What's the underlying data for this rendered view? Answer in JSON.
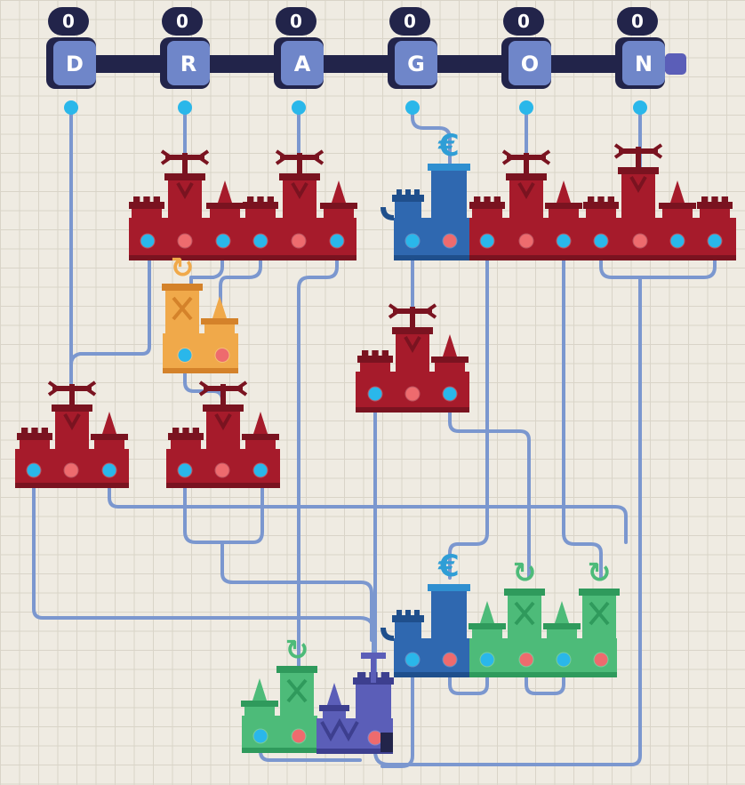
{
  "puzzle": {
    "word": "DRAGON",
    "letters": [
      {
        "char": "D",
        "count": "0"
      },
      {
        "char": "R",
        "count": "0"
      },
      {
        "char": "A",
        "count": "0"
      },
      {
        "char": "G",
        "count": "0"
      },
      {
        "char": "O",
        "count": "0"
      },
      {
        "char": "N",
        "count": "0"
      }
    ]
  },
  "colors": {
    "background": "#efebe2",
    "wire": "#7b97cf",
    "crimson": "#a61b2b",
    "crimson_dark": "#7a1320",
    "blue": "#2f68b0",
    "green": "#4dbb79",
    "orange": "#f0a94a",
    "purple": "#5b5eb8",
    "cyan_port": "#2ab7ea",
    "red_port": "#ee6b6e",
    "tile": "#6f86c9",
    "tile_border": "#22244a"
  },
  "blocks": [
    {
      "name": "red-castle-block-top-left",
      "kind": "crimson"
    },
    {
      "name": "blue-euro-block-top",
      "kind": "blue"
    },
    {
      "name": "red-castle-block-top-right",
      "kind": "crimson"
    },
    {
      "name": "orange-rotate-block",
      "kind": "orange"
    },
    {
      "name": "red-castle-block-middle",
      "kind": "crimson"
    },
    {
      "name": "red-castle-block-left",
      "kind": "crimson"
    },
    {
      "name": "red-castle-block-center",
      "kind": "crimson"
    },
    {
      "name": "blue-euro-block-bottom",
      "kind": "blue"
    },
    {
      "name": "green-rotate-block-right",
      "kind": "green"
    },
    {
      "name": "green-rotate-block-bottom",
      "kind": "green"
    },
    {
      "name": "purple-factory-block",
      "kind": "purple"
    }
  ]
}
